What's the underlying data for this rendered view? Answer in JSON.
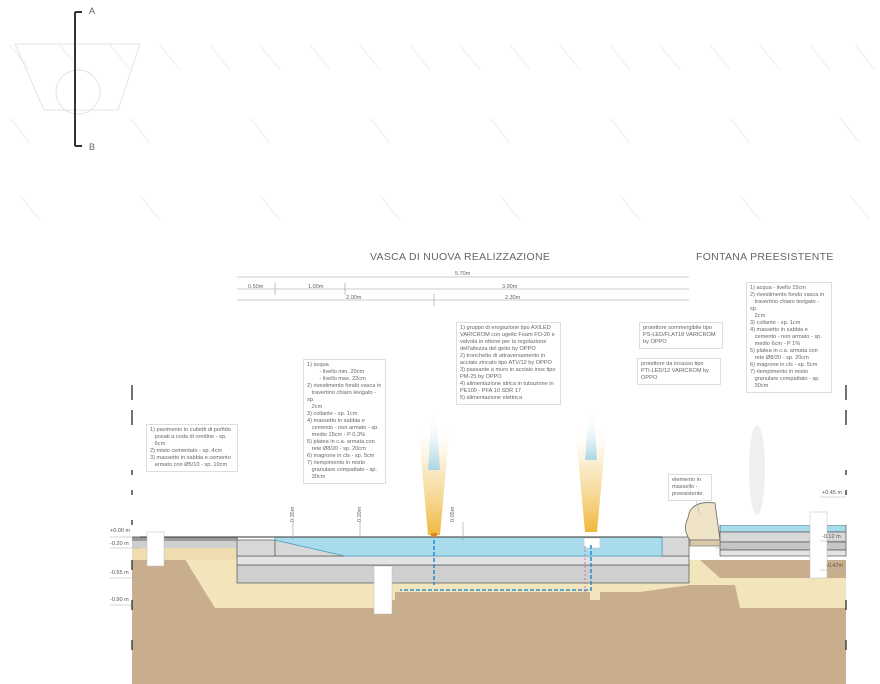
{
  "section_marks": {
    "top": "A",
    "bottom": "B"
  },
  "titles": {
    "new_basin": "VASCA DI NUOVA REALIZZAZIONE",
    "existing_fountain": "FONTANA PREESISTENTE"
  },
  "dimensions": {
    "total": "5.70m",
    "seg_a": "0.50m",
    "seg_b": "1.00m",
    "seg_c": "3.90m",
    "half_left": "2.00m",
    "half_right": "2.30m",
    "depth_1": "0.35m",
    "depth_2": "0.20m",
    "depth_3": "0.05m"
  },
  "levels": {
    "zero": "+0.00 m",
    "m020": "-0.20 m",
    "m055": "-0.55 m",
    "m090": "-0.90 m",
    "p045": "+0.45 m",
    "m012": "-0.12 m",
    "m047": "-0.47m"
  },
  "notes": {
    "paving": "1) pavimento in cubetti di porfido\n   posati a coda di rondine - sp.\n   6cm\n2) misto cementato - sp. 4cm\n3) massetto in sabbia e cemento\n   armato con Ø5/10 - sp. 10cm",
    "new_basin": "1) acqua\n        - livello min. 20cm\n        - livello max. 22cm\n2) rivestimento fondo vasca in\n   travertino chiaro levigato - sp.\n   2cm\n3) collante - sp. 1cm\n4) massetto in sabbia e\n   cemento - non armato - sp.\n   medio 15cm - P 0.3%\n5) platea in c.a. armata con\n   rete Ø8/20 - sp. 20cm\n6) magrone in cls - sp. 5cm\n7) riempimento in misto\n   granulare compattato - sp.\n   30cm",
    "jets": "1) gruppo di erogazione tipo AXILED\nVARICROM con ugello Foam FO-20 e\nvalvola in ottone per la regolazione\ndell'altezza del getto by OPPO\n2) tronchetto di attraversamento in\nacciaio zincato tipo ATV/12 by OPPO\n3) passante a muro in acciaio inox tipo\nPM-25 by OPPO\n4) alimentazione idrica in tubazione in\nPE100 - PFA 10 SDR 17\n5) alimentazione elettrica",
    "projector_submersible": "proiettore sommergibile tipo\nPS-LED/FLAT18 VARICROM\nby OPPO",
    "projector_recessed": "proiettore da incasso tipo\nPTI-LED/12 VARICROM by\nOPPO",
    "existing_element": "elemento in\nmassello -\npreesistente",
    "existing_fountain": "1) acqua - livello 15cm\n2) rivestimento fondo vasca in\n   travertino chiaro levigato - sp.\n   2cm\n3) collante - sp. 1cm\n4) massetto in sabbia e\n   cemento - non armato - sp.\n   medio 6cm - P 1%\n5) platea in c.a. armata con\n   rete Ø8/20 - sp. 20cm\n6) magrone in cls - sp. 5cm\n7) riempimento in misto\n   granulare compattato - sp.\n   30cm"
  },
  "colors": {
    "soil": "#c9ae8e",
    "sand": "#f2e4bb",
    "concrete": "#d7d7d7",
    "water": "#a8dcec",
    "pipe": "#2e8fd0",
    "jet": "#f1c05a"
  }
}
